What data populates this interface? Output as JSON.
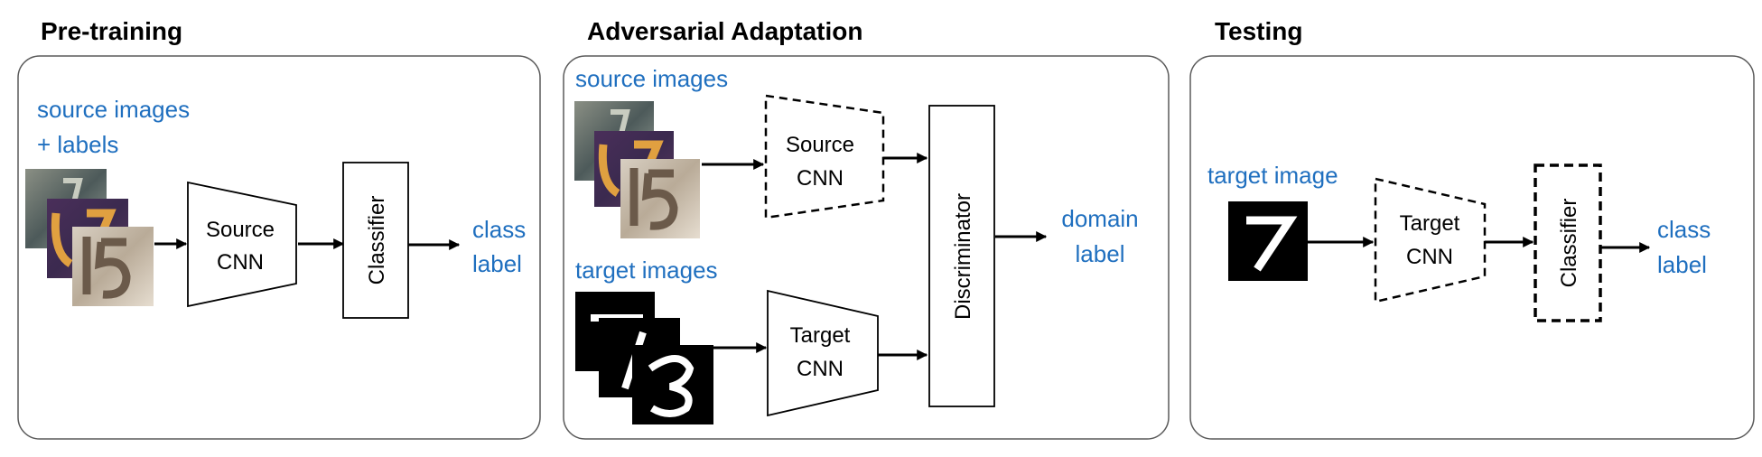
{
  "panels": {
    "pretraining": {
      "title": "Pre-training",
      "input_label_line1": "source images",
      "input_label_line2": "+ labels",
      "encoder_line1": "Source",
      "encoder_line2": "CNN",
      "classifier": "Classifier",
      "output_line1": "class",
      "output_line2": "label"
    },
    "adaptation": {
      "title": "Adversarial Adaptation",
      "source_input_label": "source images",
      "target_input_label": "target images",
      "source_encoder_line1": "Source",
      "source_encoder_line2": "CNN",
      "target_encoder_line1": "Target",
      "target_encoder_line2": "CNN",
      "discriminator": "Discriminator",
      "output_line1": "domain",
      "output_line2": "label"
    },
    "testing": {
      "title": "Testing",
      "input_label": "target image",
      "encoder_line1": "Target",
      "encoder_line2": "CNN",
      "classifier": "Classifier",
      "output_line1": "class",
      "output_line2": "label"
    }
  },
  "colors": {
    "label_blue": "#1f6fbf",
    "panel_border": "#5a5a5a"
  }
}
